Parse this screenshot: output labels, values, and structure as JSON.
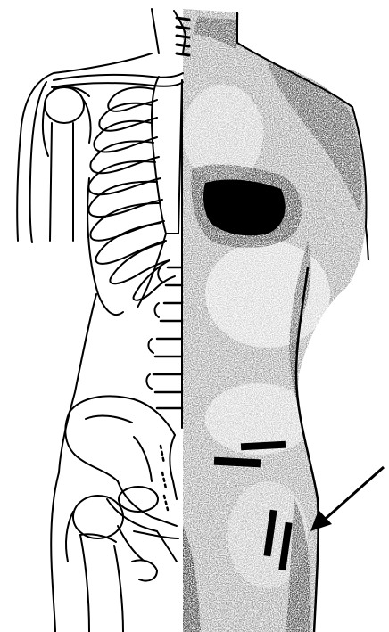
{
  "figure": {
    "subject": "anatomical-torso-half-skeleton-half-stippled",
    "colors": {
      "ink": "#000000",
      "paper": "#ffffff"
    },
    "markers": [
      {
        "name": "horizontal-incision-mark-upper",
        "count": 1
      },
      {
        "name": "horizontal-incision-mark-lower",
        "count": 1
      },
      {
        "name": "vertical-incision-mark",
        "count": 2
      }
    ],
    "pointer": {
      "icon": "arrow-icon",
      "direction": "down-left"
    }
  }
}
